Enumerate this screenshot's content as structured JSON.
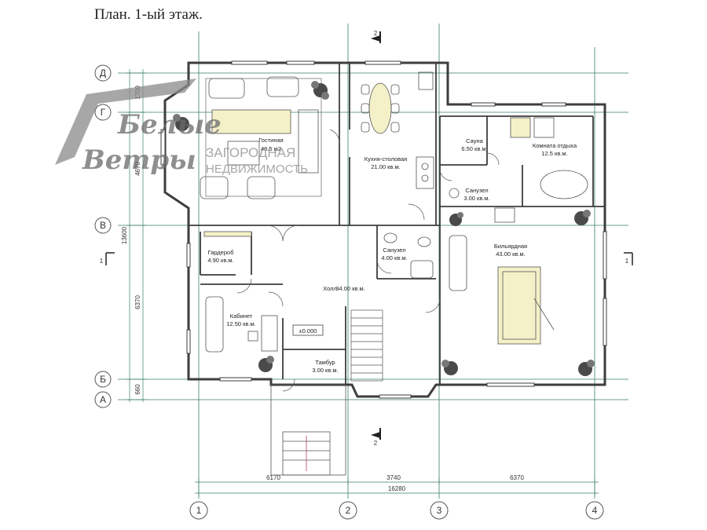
{
  "title": "План. 1-ый этаж.",
  "axes": {
    "rows": [
      "Д",
      "Г",
      "В",
      "Б",
      "А"
    ],
    "columns": [
      "1",
      "2",
      "3",
      "4"
    ]
  },
  "section_marks": {
    "top": "2",
    "bottom": "2",
    "left": "1",
    "right": "1"
  },
  "rooms": [
    {
      "name": "Гостиная",
      "area": "40.5 м2"
    },
    {
      "name": "Кухня-столовая",
      "area": "21.00 кв.м."
    },
    {
      "name": "Сауна",
      "area": "6.50 кв.м."
    },
    {
      "name": "Комната отдыха",
      "area": "12.5 кв.м."
    },
    {
      "name": "Санузел",
      "area": "3.00 кв.м."
    },
    {
      "name": "Гардероб",
      "area": "4.90 кв.м."
    },
    {
      "name": "Санузел",
      "area": "4.00 кв.м."
    },
    {
      "name": "Бильярдная",
      "area": "43.00 кв.м."
    },
    {
      "name": "Холл",
      "area": "34.00 кв.м."
    },
    {
      "name": "Кабинет",
      "area": "12.50 кв.м."
    },
    {
      "name": "Тамбур",
      "area": "3.00 кв.м."
    }
  ],
  "level_mark": "±0.000",
  "dimensions": {
    "bottom": [
      "6170",
      "3740",
      "6370"
    ],
    "total": "16280",
    "left": [
      "1700",
      "4670",
      "13600",
      "6370",
      "660"
    ]
  },
  "watermark": {
    "script_line1": "Белые",
    "script_line2": "Ветры",
    "line1": "ЗАГОРОДНАЯ",
    "line2": "НЕДВИЖИМОСТЬ"
  },
  "colors": {
    "grid": "#3a7d6e",
    "wall": "#3d3d3d",
    "accent": "#d9d27a"
  }
}
